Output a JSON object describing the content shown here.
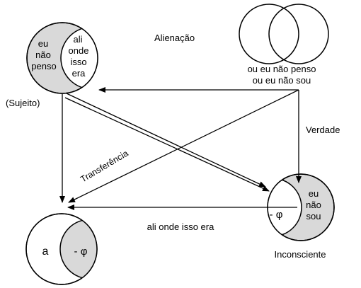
{
  "top_left_circle": {
    "left_lines": [
      "eu",
      "não",
      "penso"
    ],
    "right_lines": [
      "ali",
      "onde",
      "isso",
      "era"
    ]
  },
  "sujeito_label": "(Sujeito)",
  "alienacao_label": "Alienação",
  "top_right_caption": [
    "ou eu não penso",
    "ou eu não sou"
  ],
  "verdade_label": "Verdade",
  "transferencia_label": "Transferência",
  "bottom_right_circle": {
    "left_label": "- φ",
    "right_lines": [
      "eu",
      "não",
      "sou"
    ]
  },
  "inconsciente_label": "Inconsciente",
  "bottom_middle_label": "ali onde isso era",
  "bottom_left_circle": {
    "left_label": "a",
    "right_label": "- φ"
  },
  "colors": {
    "shade": "#d9d9d9",
    "stroke": "#000000"
  }
}
